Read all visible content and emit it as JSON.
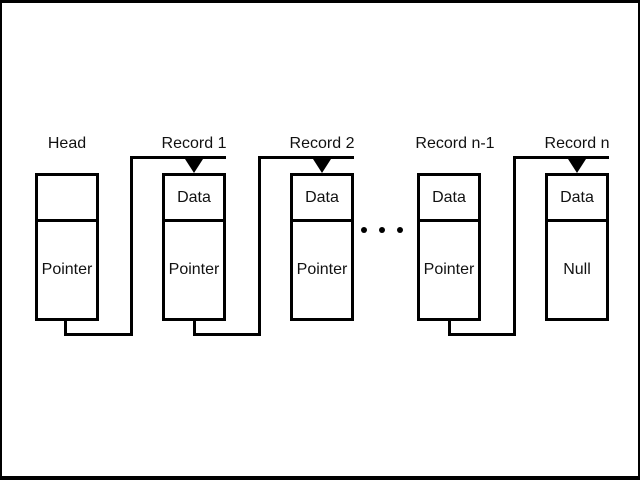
{
  "diagram": {
    "type": "linked-list",
    "background_color": "#ffffff",
    "line_color": "#000000",
    "nodes": [
      {
        "label": "Head",
        "top_cell": "",
        "bottom_cell": "Pointer"
      },
      {
        "label": "Record 1",
        "top_cell": "Data",
        "bottom_cell": "Pointer"
      },
      {
        "label": "Record 2",
        "top_cell": "Data",
        "bottom_cell": "Pointer"
      },
      {
        "label": "Record n-1",
        "top_cell": "Data",
        "bottom_cell": "Pointer"
      },
      {
        "label": "Record n",
        "top_cell": "Data",
        "bottom_cell": "Null"
      }
    ],
    "connections": [
      {
        "from": "Head",
        "to": "Record 1"
      },
      {
        "from": "Record 1",
        "to": "Record 2"
      },
      {
        "from": "Record n-1",
        "to": "Record n"
      }
    ]
  }
}
